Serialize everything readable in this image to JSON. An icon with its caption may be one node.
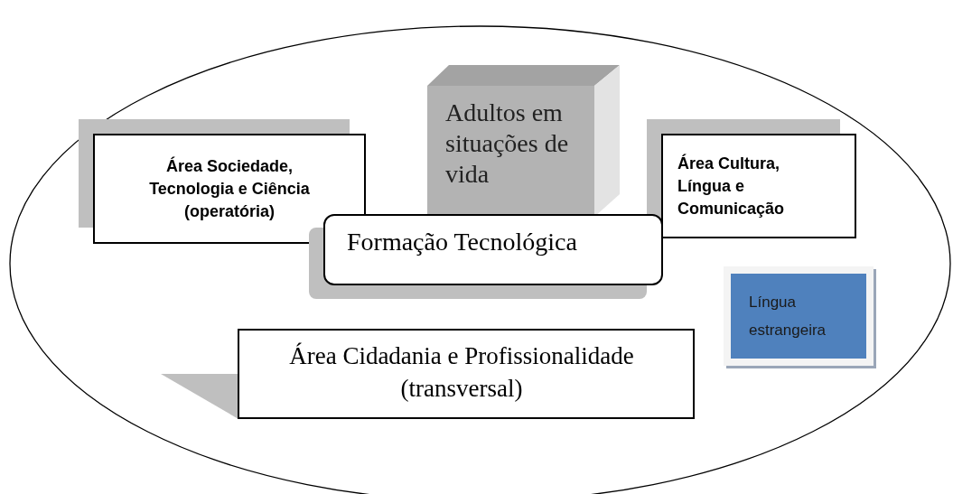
{
  "diagram": {
    "nodes": [
      {
        "text": [],
        "shape": "ellipse"
      },
      {
        "text": [
          "Adultos em situações de vida"
        ],
        "in": 0
      },
      {
        "text": [
          "Área Sociedade, Tecnologia e Ciência (operatória)"
        ],
        "in": 0
      },
      {
        "text": [
          "Área Cultura, Língua e Comunicação"
        ],
        "in": 0
      },
      {
        "text": [
          "Formação Tecnológica"
        ],
        "in": 0
      },
      {
        "text": [
          "Língua estrangeira"
        ],
        "in": 0
      },
      {
        "text": [
          "Área Cidadania e Profissionalidade (transversal)"
        ],
        "in": 0
      }
    ]
  }
}
